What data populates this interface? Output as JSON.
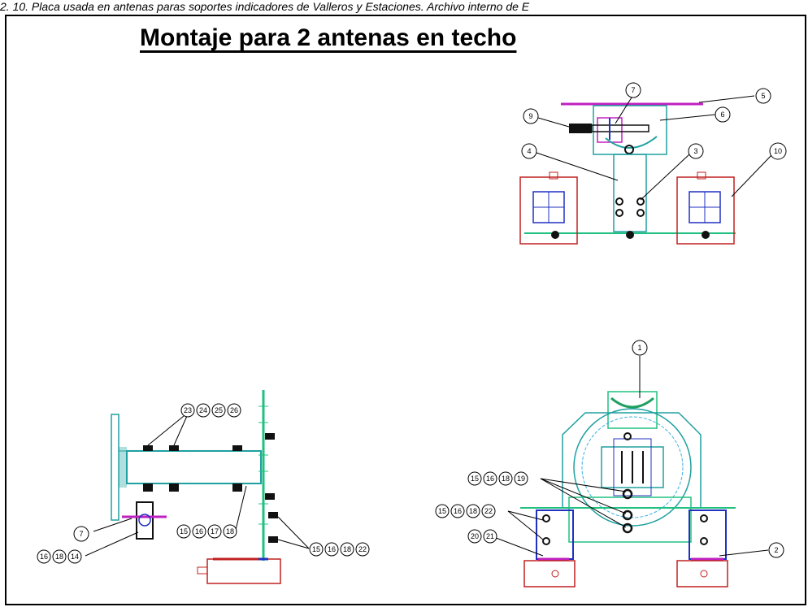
{
  "caption": "2. 10. Placa usada en antenas paras soportes indicadores de Valleros y Estaciones. Archivo interno de E",
  "title": "Montaje para 2 antenas en techo",
  "callouts_top": [
    "1",
    "2",
    "3",
    "4",
    "5",
    "6",
    "7",
    "9",
    "10"
  ],
  "callouts_left": [
    "23",
    "24",
    "25",
    "26",
    "7",
    "16",
    "18",
    "14",
    "15",
    "16",
    "17",
    "18",
    "15",
    "16",
    "18",
    "22"
  ],
  "callouts_right": [
    "15",
    "16",
    "18",
    "19",
    "15",
    "16",
    "18",
    "22",
    "20",
    "21"
  ]
}
